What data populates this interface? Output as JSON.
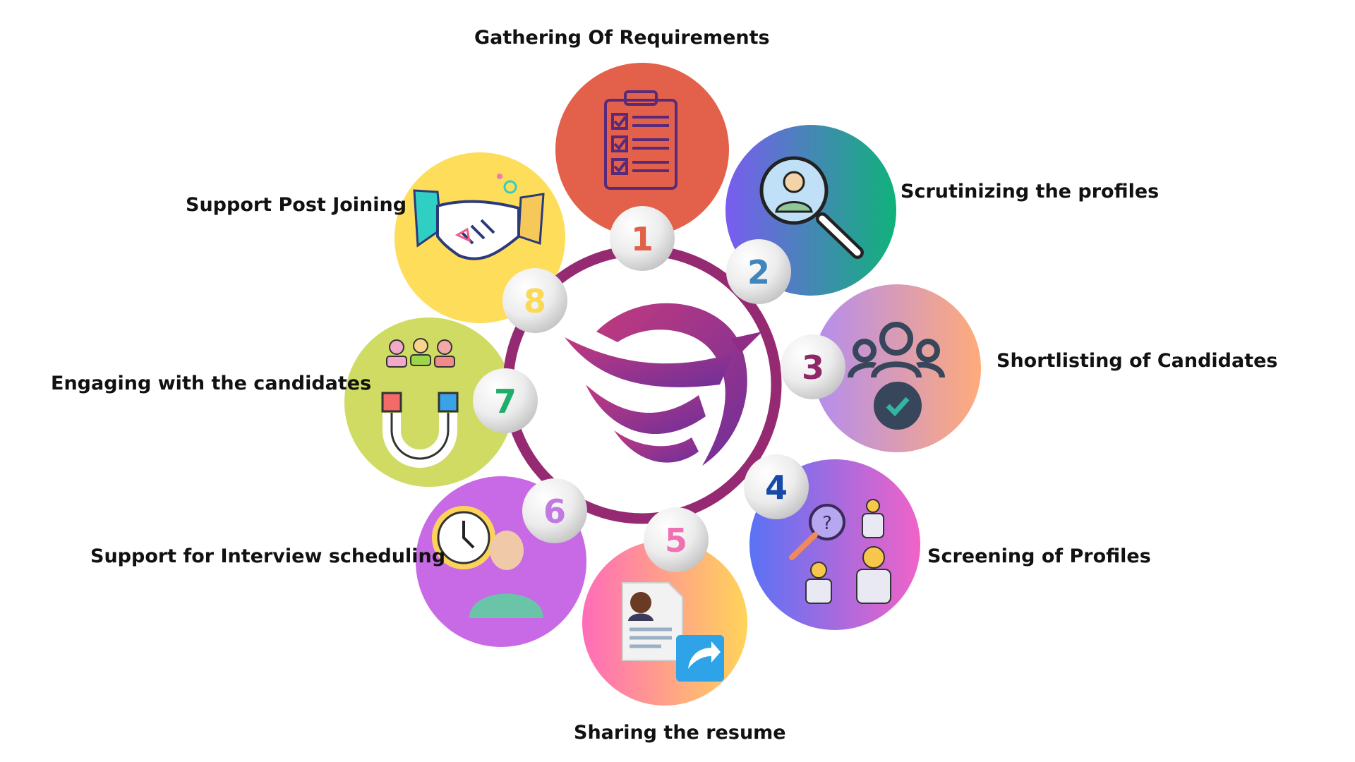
{
  "steps": [
    {
      "number": "1",
      "label": "Gathering Of Requirements",
      "icon": "clipboard-checklist-icon",
      "number_color": "#e0604a"
    },
    {
      "number": "2",
      "label": "Scrutinizing the profiles",
      "icon": "magnifier-person-icon",
      "number_color": "#3f86bd"
    },
    {
      "number": "3",
      "label": "Shortlisting of Candidates",
      "icon": "group-check-icon",
      "number_color": "#8e2868"
    },
    {
      "number": "4",
      "label": "Screening of Profiles",
      "icon": "screening-people-icon",
      "number_color": "#1749a8"
    },
    {
      "number": "5",
      "label": "Sharing the resume",
      "icon": "resume-share-icon",
      "number_color": "#f070b4"
    },
    {
      "number": "6",
      "label": "Support for Interview scheduling",
      "icon": "clock-person-icon",
      "number_color": "#c07ae0"
    },
    {
      "number": "7",
      "label": "Engaging with the candidates",
      "icon": "magnet-people-icon",
      "number_color": "#1cae6a"
    },
    {
      "number": "8",
      "label": "Support Post Joining",
      "icon": "handshake-icon",
      "number_color": "#fad957"
    }
  ],
  "colors": {
    "ring": "#952a73",
    "logo": "#8e2c86",
    "step1_bg": "#e3614a",
    "step2_bg_from": "#7a5cf0",
    "step2_bg_to": "#10b27a",
    "step3_bg_from": "#b38cf0",
    "step3_bg_to": "#ffab7a",
    "step4_bg_from": "#5a72f5",
    "step4_bg_to": "#f163c8",
    "step5_bg_from": "#ff6cb8",
    "step5_bg_to": "#ffd45a",
    "step6_bg": "#c86ae6",
    "step7_bg": "#cfdb62",
    "step8_bg": "#fedd5a"
  }
}
